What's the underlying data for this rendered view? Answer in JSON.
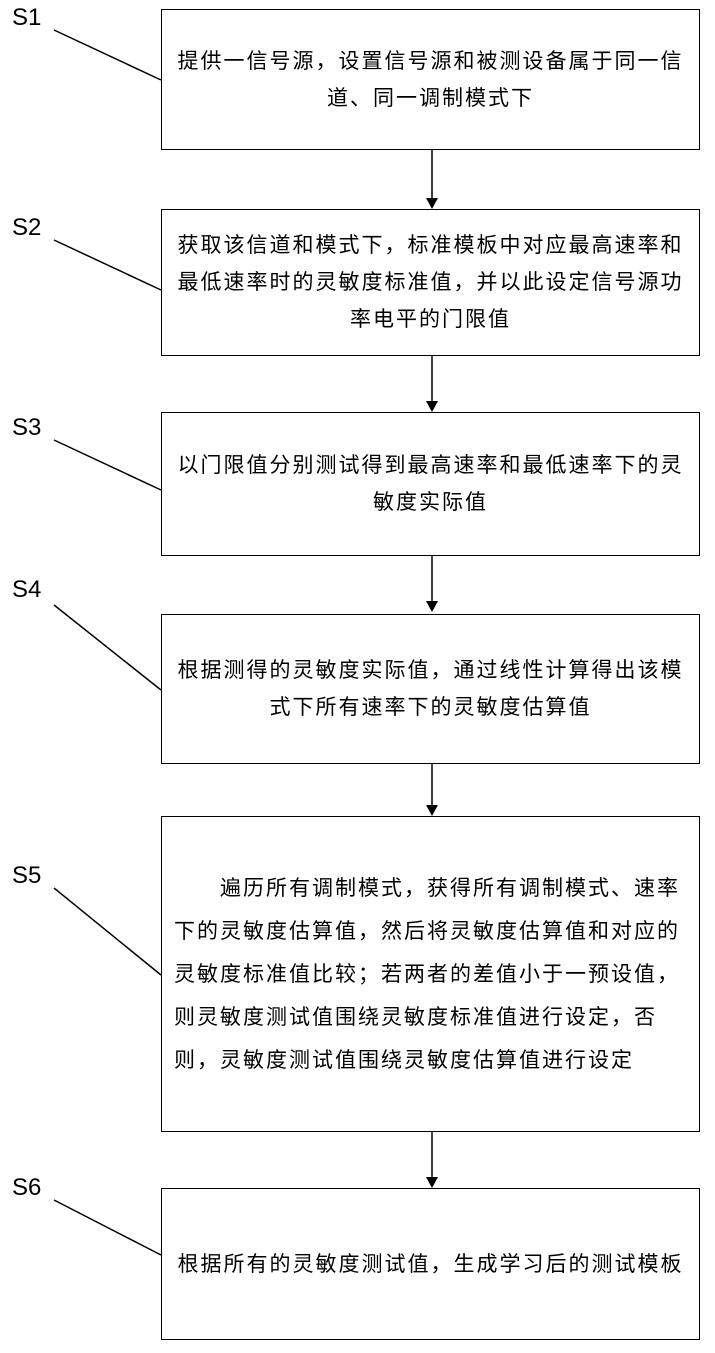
{
  "steps": [
    {
      "label": "S1",
      "text": "提供一信号源，设置信号源和被测设备属于同一信道、同一调制模式下"
    },
    {
      "label": "S2",
      "text": "获取该信道和模式下，标准模板中对应最高速率和最低速率时的灵敏度标准值，并以此设定信号源功率电平的门限值"
    },
    {
      "label": "S3",
      "text": "以门限值分别测试得到最高速率和最低速率下的灵敏度实际值"
    },
    {
      "label": "S4",
      "text": "根据测得的灵敏度实际值，通过线性计算得出该模式下所有速率下的灵敏度估算值"
    },
    {
      "label": "S5",
      "text": "　　遍历所有调制模式，获得所有调制模式、速率下的灵敏度估算值，然后将灵敏度估算值和对应的灵敏度标准值比较；若两者的差值小于一预设值，则灵敏度测试值围绕灵敏度标准值进行设定，否则，灵敏度测试值围绕灵敏度估算值进行设定"
    },
    {
      "label": "S6",
      "text": "根据所有的灵敏度测试值，生成学习后的测试模板"
    }
  ]
}
